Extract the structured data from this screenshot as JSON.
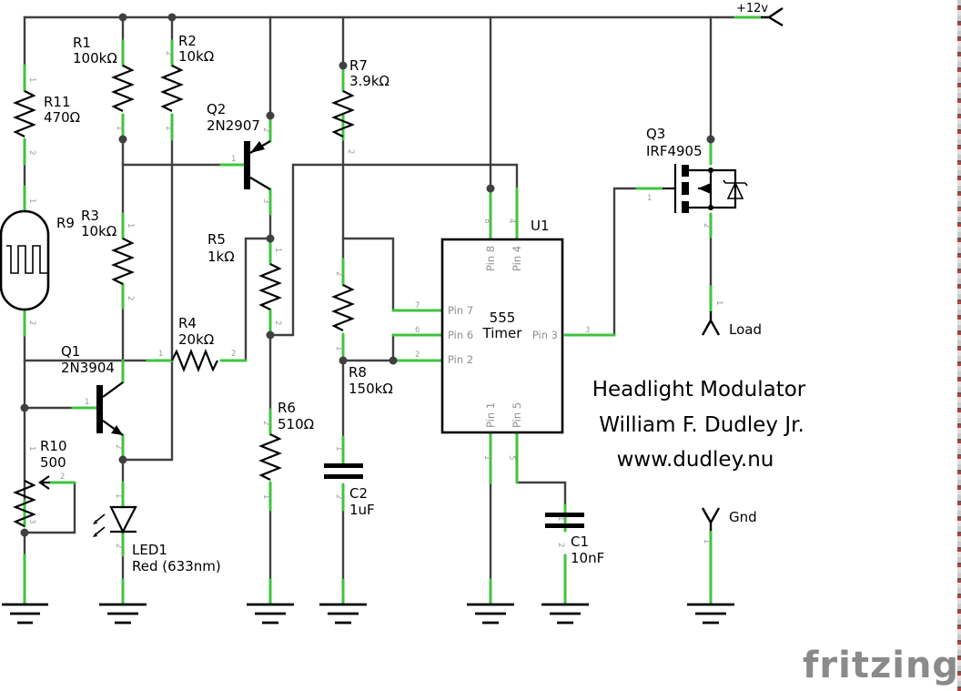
{
  "title_block": {
    "line1": "Headlight Modulator",
    "line2": "William F. Dudley Jr.",
    "line3": "www.dudley.nu"
  },
  "watermark": "fritzing",
  "colors": {
    "wire": "#404040",
    "pin_highlight": "#3ec43e",
    "symbol": "#000000",
    "pin_label": "#9a9a9a"
  },
  "nets": {
    "vplus": "+12v",
    "load": "Load",
    "gnd": "Gnd"
  },
  "components": {
    "R1": {
      "ref": "R1",
      "value": "100kΩ"
    },
    "R2": {
      "ref": "R2",
      "value": "10kΩ"
    },
    "R3": {
      "ref": "R3",
      "value": "10kΩ"
    },
    "R4": {
      "ref": "R4",
      "value": "20kΩ"
    },
    "R5": {
      "ref": "R5",
      "value": "1kΩ"
    },
    "R6": {
      "ref": "R6",
      "value": "510Ω"
    },
    "R7": {
      "ref": "R7",
      "value": "3.9kΩ"
    },
    "R8": {
      "ref": "R8",
      "value": "150kΩ"
    },
    "R9": {
      "ref": "R9",
      "value": ""
    },
    "R10": {
      "ref": "R10",
      "value": "500"
    },
    "R11": {
      "ref": "R11",
      "value": "470Ω"
    },
    "Q1": {
      "ref": "Q1",
      "value": "2N3904"
    },
    "Q2": {
      "ref": "Q2",
      "value": "2N2907"
    },
    "Q3": {
      "ref": "Q3",
      "value": "IRF4905"
    },
    "C1": {
      "ref": "C1",
      "value": "10nF"
    },
    "C2": {
      "ref": "C2",
      "value": "1uF"
    },
    "LED1": {
      "ref": "LED1",
      "value": "Red (633nm)"
    },
    "U1": {
      "ref": "U1",
      "line1": "555",
      "line2": "Timer",
      "pins": {
        "p8": "Pin 8",
        "p4": "Pin 4",
        "p7": "Pin 7",
        "p6": "Pin 6",
        "p2": "Pin 2",
        "p3": "Pin 3",
        "p1": "Pin 1",
        "p5": "Pin 5"
      },
      "pin_numbers": {
        "p8": "8",
        "p4": "4",
        "p7": "7",
        "p6": "6",
        "p2": "2",
        "p3": "3",
        "p1": "1",
        "p5": "5"
      }
    }
  },
  "pin_numbers": {
    "one": "1",
    "two": "2",
    "three": "3"
  }
}
